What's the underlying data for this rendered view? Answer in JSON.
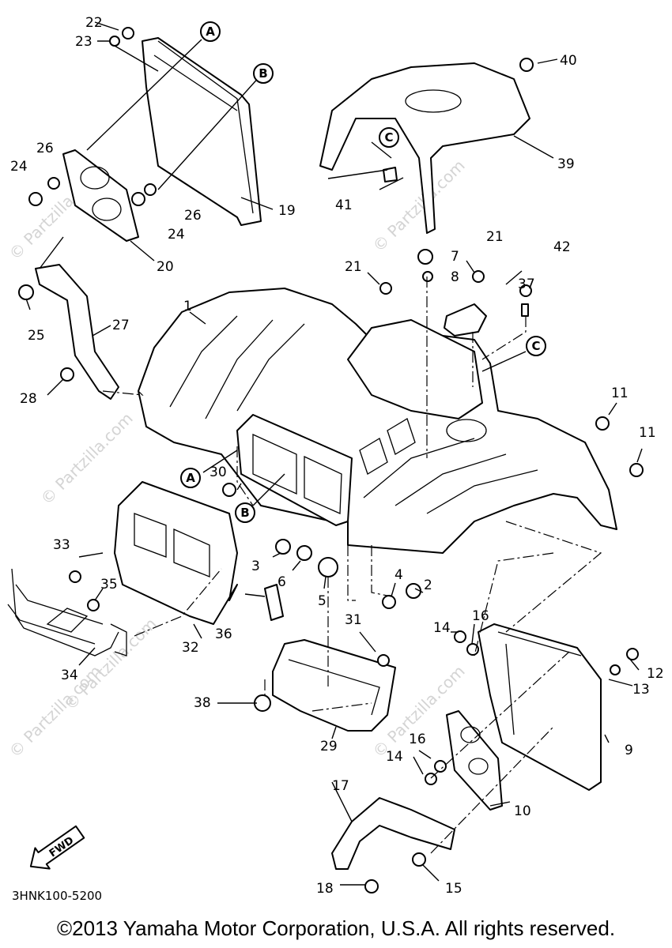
{
  "watermark": "© Partzilla.com",
  "diagram_code": "3HNK100-5200",
  "copyright": "©2013 Yamaha Motor Corporation, U.S.A. All rights reserved.",
  "fwd_label": "FWD",
  "circled_refs": [
    "A",
    "B",
    "C"
  ],
  "part_numbers": [
    "1",
    "2",
    "3",
    "4",
    "5",
    "6",
    "7",
    "8",
    "9",
    "10",
    "11",
    "12",
    "13",
    "14",
    "15",
    "16",
    "17",
    "18",
    "19",
    "20",
    "21",
    "22",
    "23",
    "24",
    "25",
    "26",
    "27",
    "28",
    "29",
    "30",
    "31",
    "32",
    "33",
    "34",
    "35",
    "36",
    "37",
    "38",
    "39",
    "40",
    "41",
    "42"
  ]
}
